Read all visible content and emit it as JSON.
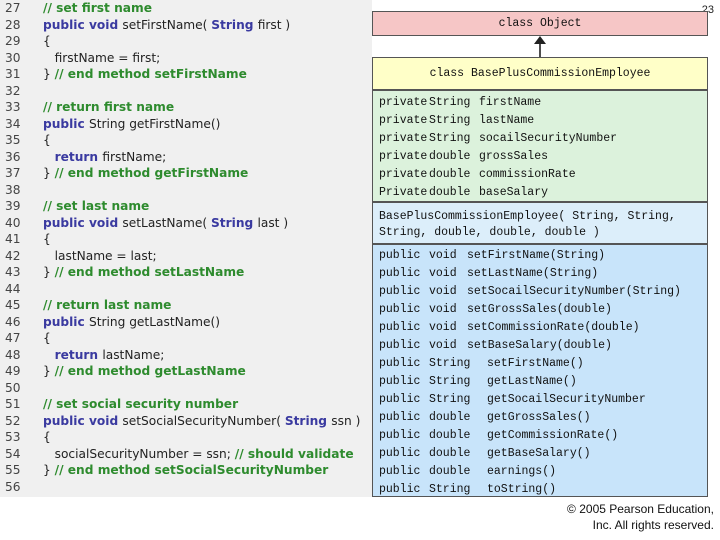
{
  "page_number": "23",
  "code_lines": [
    {
      "num": "27",
      "tokens": [
        {
          "t": "comment",
          "v": "// set first name"
        }
      ]
    },
    {
      "num": "28",
      "tokens": [
        {
          "t": "keyword",
          "v": "public void "
        },
        {
          "t": "plain",
          "v": "setFirstName( "
        },
        {
          "t": "keyword",
          "v": "String "
        },
        {
          "t": "plain",
          "v": "first )"
        }
      ]
    },
    {
      "num": "29",
      "tokens": [
        {
          "t": "plain",
          "v": "{"
        }
      ]
    },
    {
      "num": "30",
      "tokens": [
        {
          "t": "plain",
          "v": "   firstName = first;"
        }
      ]
    },
    {
      "num": "31",
      "tokens": [
        {
          "t": "plain",
          "v": "} "
        },
        {
          "t": "comment",
          "v": "// end method setFirstName"
        }
      ]
    },
    {
      "num": "32",
      "tokens": []
    },
    {
      "num": "33",
      "tokens": [
        {
          "t": "comment",
          "v": "// return first name"
        }
      ]
    },
    {
      "num": "34",
      "tokens": [
        {
          "t": "keyword",
          "v": "public "
        },
        {
          "t": "plain",
          "v": "String getFirstName()"
        }
      ]
    },
    {
      "num": "35",
      "tokens": [
        {
          "t": "plain",
          "v": "{"
        }
      ]
    },
    {
      "num": "36",
      "tokens": [
        {
          "t": "plain",
          "v": "   "
        },
        {
          "t": "keyword",
          "v": "return "
        },
        {
          "t": "plain",
          "v": "firstName;"
        }
      ]
    },
    {
      "num": "37",
      "tokens": [
        {
          "t": "plain",
          "v": "} "
        },
        {
          "t": "comment",
          "v": "// end method getFirstName"
        }
      ]
    },
    {
      "num": "38",
      "tokens": []
    },
    {
      "num": "39",
      "tokens": [
        {
          "t": "comment",
          "v": "// set last name"
        }
      ]
    },
    {
      "num": "40",
      "tokens": [
        {
          "t": "keyword",
          "v": "public void "
        },
        {
          "t": "plain",
          "v": "setLastName( "
        },
        {
          "t": "keyword",
          "v": "String "
        },
        {
          "t": "plain",
          "v": "last )"
        }
      ]
    },
    {
      "num": "41",
      "tokens": [
        {
          "t": "plain",
          "v": "{"
        }
      ]
    },
    {
      "num": "42",
      "tokens": [
        {
          "t": "plain",
          "v": "   lastName = last;"
        }
      ]
    },
    {
      "num": "43",
      "tokens": [
        {
          "t": "plain",
          "v": "} "
        },
        {
          "t": "comment",
          "v": "// end method setLastName"
        }
      ]
    },
    {
      "num": "44",
      "tokens": []
    },
    {
      "num": "45",
      "tokens": [
        {
          "t": "comment",
          "v": "// return last name"
        }
      ]
    },
    {
      "num": "46",
      "tokens": [
        {
          "t": "keyword",
          "v": "public "
        },
        {
          "t": "plain",
          "v": "String getLastName()"
        }
      ]
    },
    {
      "num": "47",
      "tokens": [
        {
          "t": "plain",
          "v": "{"
        }
      ]
    },
    {
      "num": "48",
      "tokens": [
        {
          "t": "plain",
          "v": "   "
        },
        {
          "t": "keyword",
          "v": "return "
        },
        {
          "t": "plain",
          "v": "lastName;"
        }
      ]
    },
    {
      "num": "49",
      "tokens": [
        {
          "t": "plain",
          "v": "} "
        },
        {
          "t": "comment",
          "v": "// end method getLastName"
        }
      ]
    },
    {
      "num": "50",
      "tokens": []
    },
    {
      "num": "51",
      "tokens": [
        {
          "t": "comment",
          "v": "// set social security number"
        }
      ]
    },
    {
      "num": "52",
      "tokens": [
        {
          "t": "keyword",
          "v": "public void "
        },
        {
          "t": "plain",
          "v": "setSocialSecurityNumber( "
        },
        {
          "t": "keyword",
          "v": "String "
        },
        {
          "t": "plain",
          "v": "ssn )"
        }
      ]
    },
    {
      "num": "53",
      "tokens": [
        {
          "t": "plain",
          "v": "{"
        }
      ]
    },
    {
      "num": "54",
      "tokens": [
        {
          "t": "plain",
          "v": "   socialSecurityNumber = ssn; "
        },
        {
          "t": "comment",
          "v": "// should validate"
        }
      ]
    },
    {
      "num": "55",
      "tokens": [
        {
          "t": "plain",
          "v": "} "
        },
        {
          "t": "comment",
          "v": "// end method setSocialSecurityNumber"
        }
      ]
    },
    {
      "num": "56",
      "tokens": []
    }
  ],
  "uml": {
    "superclass": "class Object",
    "class_header": "class BasePlusCommissionEmployee",
    "attributes": [
      {
        "mod": "private",
        "type": "String",
        "name": "firstName"
      },
      {
        "mod": "private",
        "type": "String",
        "name": "lastName"
      },
      {
        "mod": "private",
        "type": "String",
        "name": "socailSecurityNumber"
      },
      {
        "mod": "private",
        "type": "double",
        "name": "grossSales"
      },
      {
        "mod": "private",
        "type": "double",
        "name": "commissionRate"
      },
      {
        "mod": "Private",
        "type": "double",
        "name": "baseSalary"
      }
    ],
    "constructor": [
      "BasePlusCommissionEmployee( String, String,",
      "String, double, double, double )"
    ],
    "methods": [
      {
        "mod": "public",
        "type": "void",
        "sig": "setFirstName(String)"
      },
      {
        "mod": "public",
        "type": "void",
        "sig": "setLastName(String)"
      },
      {
        "mod": "public",
        "type": "void",
        "sig": "setSocailSecurityNumber(String)"
      },
      {
        "mod": "public",
        "type": "void",
        "sig": "setGrossSales(double)"
      },
      {
        "mod": "public",
        "type": "void",
        "sig": "setCommissionRate(double)"
      },
      {
        "mod": "public",
        "type": "void",
        "sig": "setBaseSalary(double)"
      },
      {
        "mod": "public",
        "type": "String",
        "sig": "setFirstName()"
      },
      {
        "mod": "public",
        "type": "String",
        "sig": "getLastName()"
      },
      {
        "mod": "public",
        "type": "String",
        "sig": "getSocailSecurityNumber"
      },
      {
        "mod": "public",
        "type": "double",
        "sig": "getGrossSales()"
      },
      {
        "mod": "public",
        "type": "double",
        "sig": "getCommissionRate()"
      },
      {
        "mod": "public",
        "type": "double",
        "sig": "getBaseSalary()"
      },
      {
        "mod": "public",
        "type": "double",
        "sig": "earnings()"
      },
      {
        "mod": "public",
        "type": "String",
        "sig": "toString()"
      }
    ]
  },
  "footer": {
    "line1": "© 2005 Pearson Education,",
    "line2": "Inc.  All rights reserved."
  },
  "colors": {
    "object_box": "#f6c6c6",
    "header_box": "#ffffc8",
    "attributes_box": "#dcf2dc",
    "constructor_box": "#dceefa",
    "methods_box": "#c8e4fa",
    "keyword": "#3a3aa0",
    "comment": "#2e8b2e"
  }
}
